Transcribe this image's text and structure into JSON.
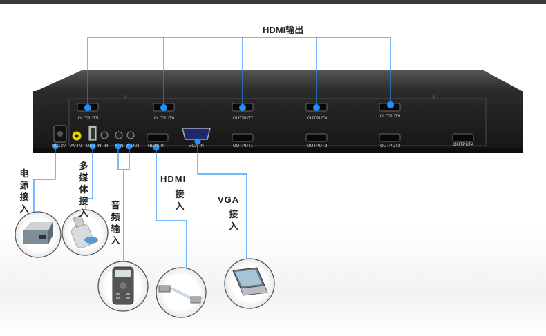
{
  "title": "HDMI输出",
  "ports": {
    "output5": "OUTPUT5",
    "output6": "OUTPUT6",
    "output7": "OUTPUT7",
    "output8": "OUTPUT8",
    "output9": "OUTPUT9",
    "output1": "OUTPUT1",
    "output2": "OUTPUT2",
    "output3": "OUTPUT3",
    "output4": "OUTPUT4",
    "dc12v": "DC12V",
    "av_in": "AV-IN",
    "usb_in": "USB-IN",
    "ir": "IR",
    "a_in": "A-IN",
    "a_out": "A-OUT",
    "hdmi_in": "HDMI-IN",
    "vga_in": "VGA-IN"
  },
  "labels": {
    "power": "电源接入",
    "media": "多媒体接入",
    "audio": "音频输入",
    "hdmi_top": "HDMI",
    "hdmi_bottom": "接入",
    "vga_top": "VGA",
    "vga_bottom": "接入"
  },
  "devices": [
    "power-adapter-icon",
    "usb-drive-icon",
    "remote-control-icon",
    "hdmi-cable-icon",
    "laptop-icon"
  ],
  "colors": {
    "accent": "#1e90ff",
    "chassis": "#1c1c1c"
  }
}
